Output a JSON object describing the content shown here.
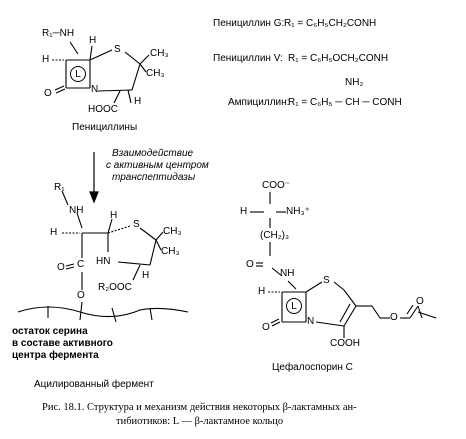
{
  "penicillin": {
    "r1nh": "R₁─NH",
    "h_left": "H",
    "h_right": "H",
    "s": "S",
    "ch3_a": "CH₃",
    "ch3_b": "CH₃",
    "o": "O",
    "n": "N",
    "h_bottom": "H",
    "hooc": "HOOC",
    "ring_letter": "L",
    "caption": "Пенициллины"
  },
  "legend": {
    "g_name": "Пенициллин G:",
    "g_formula": "R₁ = C₆H₅CH₂CONH",
    "v_name": "Пенициллин V:",
    "v_formula": "R₁ = C₆H₅OCH₂CONH",
    "amp_name": "Ампициллин:",
    "amp_formula": "R₁ = C₆H₅ ─ CH ─ CONH",
    "amp_nh2": "NH₂"
  },
  "arrow_label": {
    "line1": "Взаимодействие",
    "line2": "с активным центром",
    "line3": "транспептидазы"
  },
  "acyl": {
    "r1": "R₁",
    "nh": "NH",
    "h_left": "H",
    "h_right": "H",
    "s": "S",
    "ch3_a": "CH₃",
    "ch3_b": "CH₃",
    "c": "C",
    "hn": "HN",
    "o": "O",
    "h_bottom": "H",
    "r2ooc": "R₂OOC",
    "serine_line1": "остаток серина",
    "serine_line2": "в составе активного",
    "serine_line3": "центра фермента",
    "caption": "Ацилированный фермент"
  },
  "cephalosporin": {
    "cooh_top": "COO⁻",
    "h": "H",
    "nh3": "NH₃⁺",
    "ch2_3": "(CH₂)₃",
    "o": "O",
    "nh": "NH",
    "h_ring": "H",
    "s": "S",
    "n": "N",
    "o_bottom": "O",
    "cooh": "COOH",
    "ring_letter": "L",
    "caption": "Цефалоспорин С"
  },
  "figure_caption": {
    "line1": "Рис. 18.1. Структура и механизм действия некоторых β-лактамных ан-",
    "line2": "тибиотиков: L — β-лактамное кольцо"
  }
}
